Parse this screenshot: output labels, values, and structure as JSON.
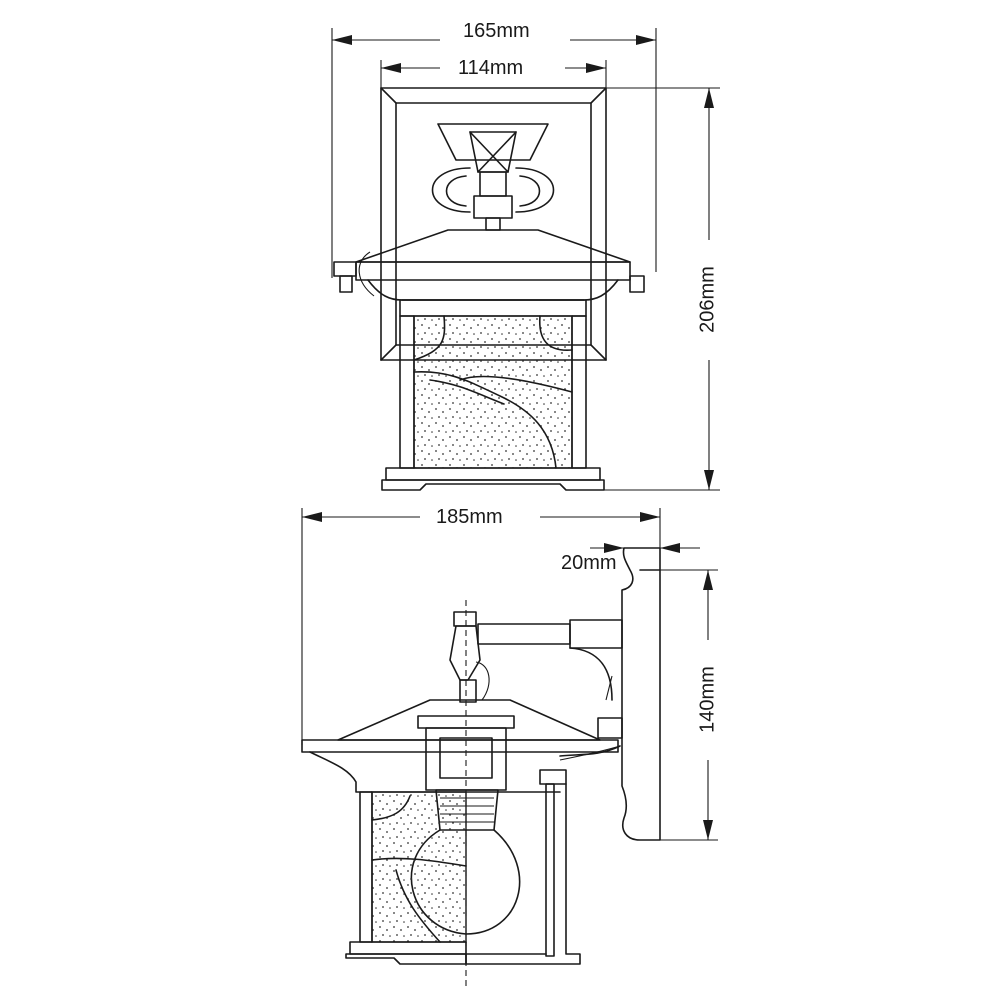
{
  "diagram": {
    "dimensions": {
      "front_outer_width": "165mm",
      "front_inner_width": "114mm",
      "front_height": "206mm",
      "side_depth": "185mm",
      "side_backplate": "20mm",
      "side_bracket_height": "140mm"
    }
  }
}
